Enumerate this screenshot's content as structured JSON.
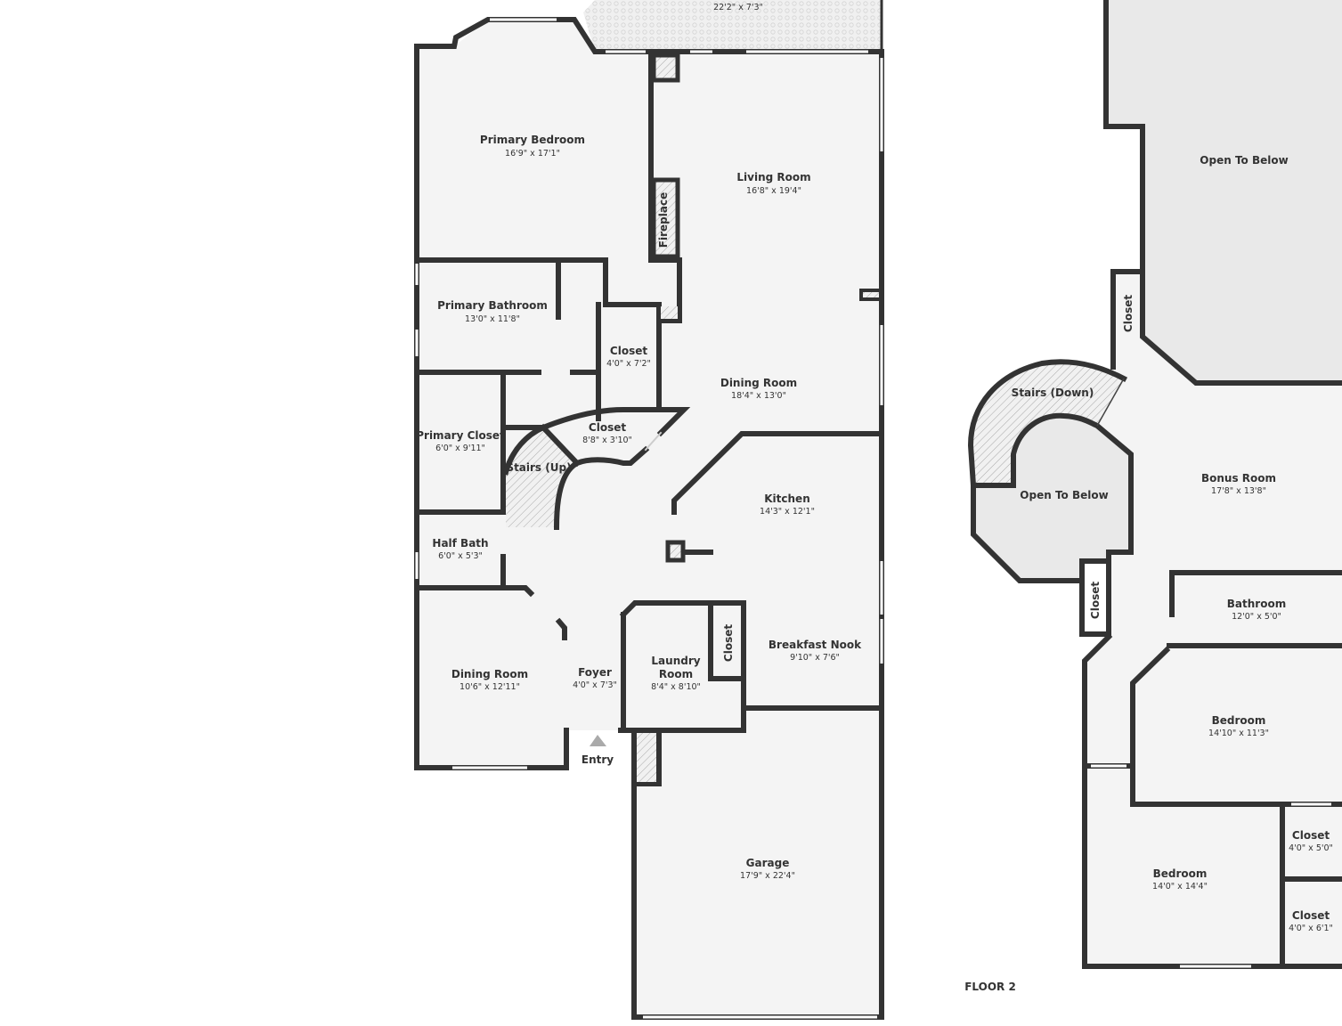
{
  "floor1": {
    "patio_dim": "22'2\" x 7'3\"",
    "rooms": [
      {
        "name": "Primary Bedroom",
        "dim": "16'9\" x 17'1\""
      },
      {
        "name": "Living Room",
        "dim": "16'8\" x 19'4\""
      },
      {
        "name": "Fireplace"
      },
      {
        "name": "Primary Bathroom",
        "dim": "13'0\" x 11'8\""
      },
      {
        "name": "Closet",
        "dim": "4'0\" x 7'2\""
      },
      {
        "name": "Dining Room",
        "dim": "18'4\" x 13'0\""
      },
      {
        "name": "Closet",
        "dim": "8'8\" x 3'10\""
      },
      {
        "name": "Primary Closet",
        "dim": "6'0\" x 9'11\""
      },
      {
        "name": "Stairs (Up)"
      },
      {
        "name": "Kitchen",
        "dim": "14'3\" x 12'1\""
      },
      {
        "name": "Half Bath",
        "dim": "6'0\" x 5'3\""
      },
      {
        "name": "Dining Room",
        "dim": "10'6\" x 12'11\""
      },
      {
        "name": "Foyer",
        "dim": "4'0\" x 7'3\""
      },
      {
        "name": "Laundry",
        "name2": "Room",
        "dim": "8'4\" x 8'10\""
      },
      {
        "name": "Closet"
      },
      {
        "name": "Breakfast Nook",
        "dim": "9'10\" x 7'6\""
      },
      {
        "name": "Entry"
      },
      {
        "name": "Garage",
        "dim": "17'9\" x 22'4\""
      }
    ]
  },
  "floor2": {
    "label": "FLOOR 2",
    "rooms": [
      {
        "name": "Open To Below"
      },
      {
        "name": "Closet"
      },
      {
        "name": "Stairs (Down)"
      },
      {
        "name": "Open To Below"
      },
      {
        "name": "Bonus Room",
        "dim": "17'8\" x 13'8\""
      },
      {
        "name": "Closet"
      },
      {
        "name": "Bathroom",
        "dim": "12'0\" x 5'0\""
      },
      {
        "name": "Bedroom",
        "dim": "14'10\" x 11'3\""
      },
      {
        "name": "Closet",
        "dim": "4'0\" x 5'0\""
      },
      {
        "name": "Bedroom",
        "dim": "14'0\" x 14'4\""
      },
      {
        "name": "Closet",
        "dim": "4'0\" x 6'1\""
      }
    ]
  },
  "colors": {
    "wall": "#333333",
    "floor": "#f4f4f4",
    "open_to_below": "#e9e9e9",
    "background": "#ffffff"
  }
}
